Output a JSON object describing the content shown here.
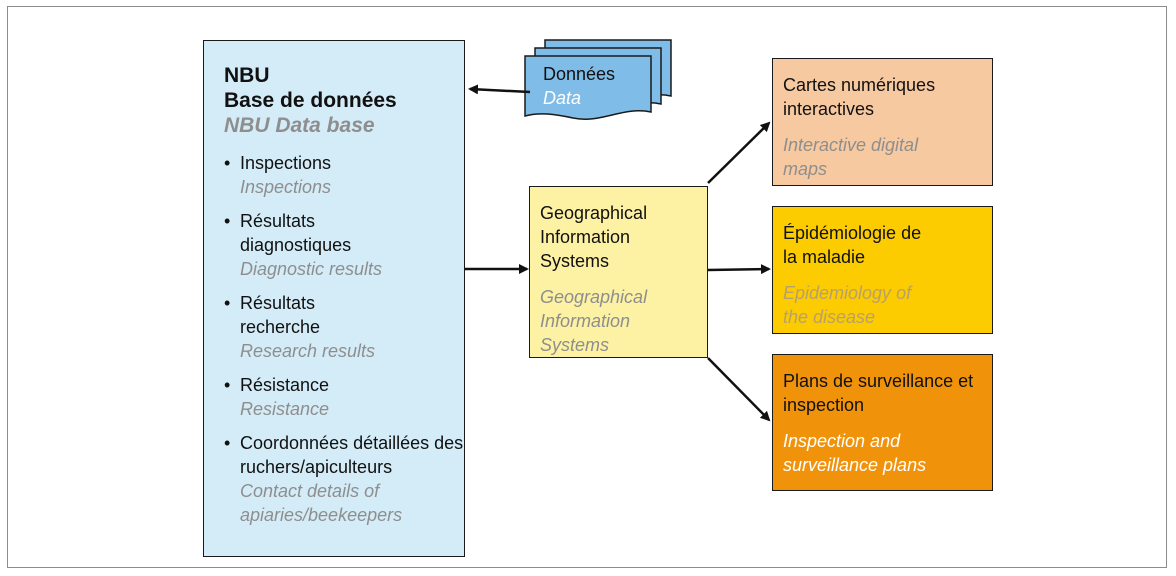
{
  "nbu": {
    "title_line1": "NBU",
    "title_line2": "Base de données",
    "title_en": "NBU Data base",
    "items": [
      {
        "fr": "Inspections",
        "en": "Inspections"
      },
      {
        "fr": "Résultats diagnostiques",
        "en": "Diagnostic results"
      },
      {
        "fr": "Résultats recherche",
        "en": "Research results"
      },
      {
        "fr": "Résistance",
        "en": "Resistance"
      },
      {
        "fr": "Coordonnées détaillées des ruchers/apiculteurs",
        "en": "Contact details of apiaries/beekeepers"
      }
    ],
    "bullet": "•"
  },
  "donnees": {
    "fr": "Données",
    "en": "Data"
  },
  "gis": {
    "fr": "Geographical Information Systems",
    "en": "Geographical Information Systems"
  },
  "maps": {
    "fr": "Cartes numériques interactives",
    "en": "Interactive digital maps"
  },
  "epidemiology": {
    "fr": "Épidémiologie de la maladie",
    "en": "Epidemiology of the disease"
  },
  "plans": {
    "fr": "Plans de surveillance et inspection",
    "en": "Inspection and surveillance plans"
  },
  "colors": {
    "nbu_fill": "#d4ecf8",
    "donnees_fill": "#7fbde8",
    "gis_fill": "#fdf2a3",
    "maps_fill": "#f7c9a0",
    "epidemiology_fill": "#fccc00",
    "plans_fill": "#f0930b",
    "english_text": "#8e8e8e"
  }
}
